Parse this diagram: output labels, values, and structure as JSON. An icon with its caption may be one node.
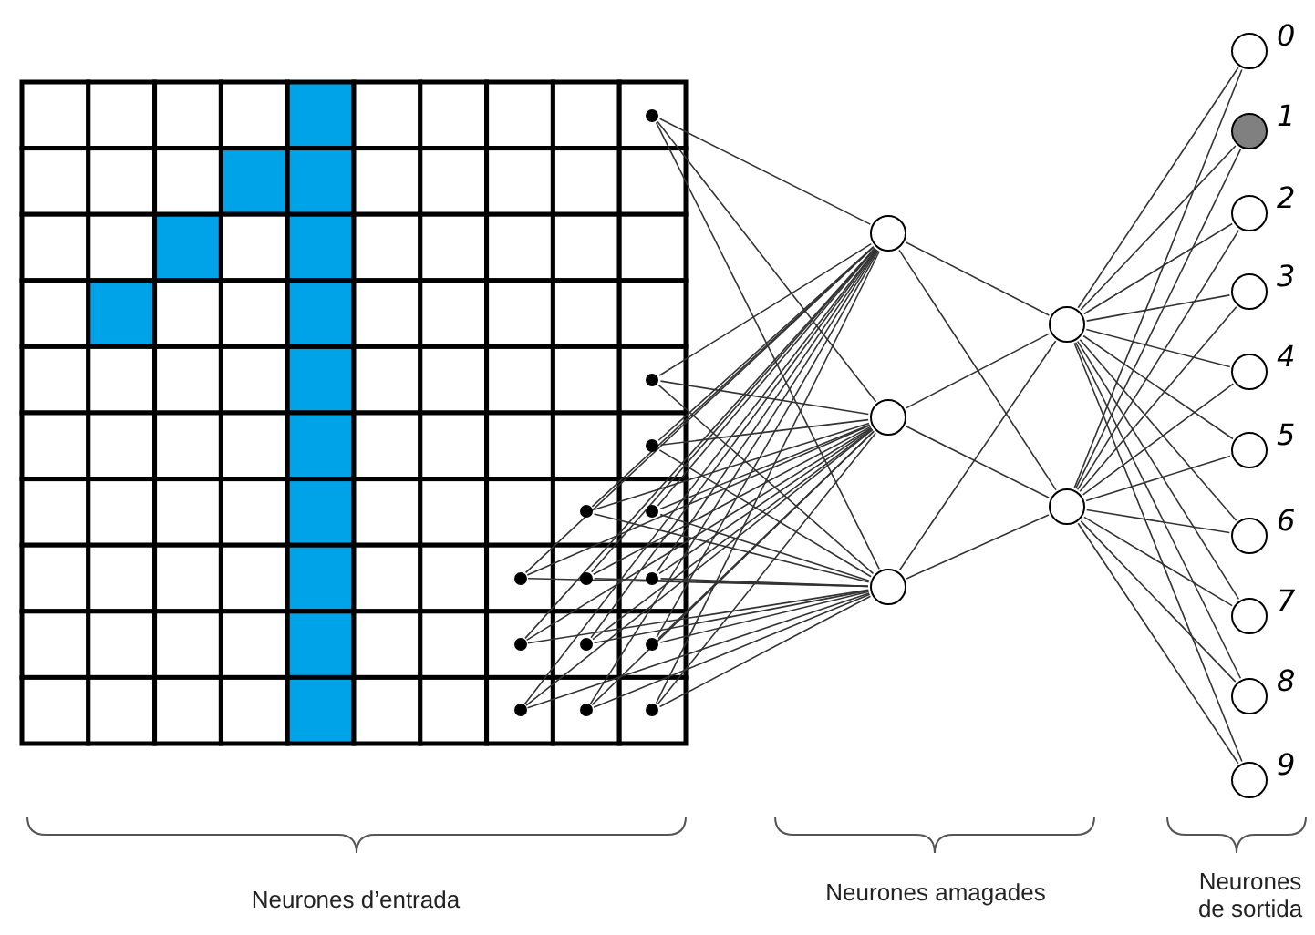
{
  "diagram": {
    "nodes": [
      {
        "text": [],
        "shape": "circle"
      },
      {
        "text": [],
        "shape": "circle"
      },
      {
        "text": [],
        "shape": "circle"
      },
      {
        "text": [],
        "shape": "circle"
      },
      {
        "text": [],
        "shape": "circle"
      },
      {
        "text": [],
        "shape": "circle"
      },
      {
        "text": [],
        "shape": "circle"
      },
      {
        "text": [],
        "shape": "circle"
      },
      {
        "text": [],
        "shape": "circle"
      },
      {
        "text": [],
        "shape": "circle"
      },
      {
        "text": [],
        "shape": "circle"
      },
      {
        "text": [],
        "shape": "circle"
      },
      {
        "text": [],
        "shape": "circle"
      },
      {
        "text": [],
        "shape": "circle"
      },
      {
        "text": [],
        "shape": "circle"
      },
      {
        "text": [],
        "shape": "circle"
      },
      {
        "text": [],
        "shape": "circle"
      },
      {
        "text": [],
        "shape": "circle"
      },
      {
        "text": [],
        "shape": "circle"
      },
      {
        "text": [],
        "shape": "circle",
        "beside": [
          "0"
        ]
      },
      {
        "text": [],
        "shape": "circle",
        "beside": [
          "1"
        ]
      },
      {
        "text": [],
        "shape": "circle",
        "beside": [
          "2"
        ]
      },
      {
        "text": [],
        "shape": "circle",
        "beside": [
          "3"
        ]
      },
      {
        "text": [],
        "shape": "circle",
        "beside": [
          "4"
        ]
      },
      {
        "text": [],
        "shape": "circle",
        "beside": [
          "5"
        ]
      },
      {
        "text": [],
        "shape": "circle",
        "beside": [
          "6"
        ]
      },
      {
        "text": [],
        "shape": "circle",
        "beside": [
          "7"
        ]
      },
      {
        "text": [],
        "shape": "circle",
        "beside": [
          "8"
        ]
      },
      {
        "text": [],
        "shape": "circle",
        "beside": [
          "9"
        ]
      }
    ],
    "edges": [
      {
        "from": 0,
        "to": 14,
        "arrow": "none"
      },
      {
        "from": 0,
        "to": 15,
        "arrow": "none"
      },
      {
        "from": 0,
        "to": 16,
        "arrow": "none"
      },
      {
        "from": 1,
        "to": 14,
        "arrow": "none"
      },
      {
        "from": 1,
        "to": 15,
        "arrow": "none"
      },
      {
        "from": 1,
        "to": 16,
        "arrow": "none"
      },
      {
        "from": 2,
        "to": 14,
        "arrow": "none"
      },
      {
        "from": 2,
        "to": 15,
        "arrow": "none"
      },
      {
        "from": 2,
        "to": 16,
        "arrow": "none"
      },
      {
        "from": 3,
        "to": 14,
        "arrow": "none"
      },
      {
        "from": 3,
        "to": 15,
        "arrow": "none"
      },
      {
        "from": 3,
        "to": 16,
        "arrow": "none"
      },
      {
        "from": 4,
        "to": 14,
        "arrow": "none"
      },
      {
        "from": 4,
        "to": 15,
        "arrow": "none"
      },
      {
        "from": 4,
        "to": 16,
        "arrow": "none"
      },
      {
        "from": 5,
        "to": 14,
        "arrow": "none"
      },
      {
        "from": 5,
        "to": 15,
        "arrow": "none"
      },
      {
        "from": 5,
        "to": 16,
        "arrow": "none"
      },
      {
        "from": 6,
        "to": 14,
        "arrow": "none"
      },
      {
        "from": 6,
        "to": 15,
        "arrow": "none"
      },
      {
        "from": 6,
        "to": 16,
        "arrow": "none"
      },
      {
        "from": 7,
        "to": 14,
        "arrow": "none"
      },
      {
        "from": 7,
        "to": 15,
        "arrow": "none"
      },
      {
        "from": 7,
        "to": 16,
        "arrow": "none"
      },
      {
        "from": 8,
        "to": 14,
        "arrow": "none"
      },
      {
        "from": 8,
        "to": 15,
        "arrow": "none"
      },
      {
        "from": 8,
        "to": 16,
        "arrow": "none"
      },
      {
        "from": 9,
        "to": 14,
        "arrow": "none"
      },
      {
        "from": 9,
        "to": 15,
        "arrow": "none"
      },
      {
        "from": 9,
        "to": 16,
        "arrow": "none"
      },
      {
        "from": 10,
        "to": 14,
        "arrow": "none"
      },
      {
        "from": 10,
        "to": 15,
        "arrow": "none"
      },
      {
        "from": 10,
        "to": 16,
        "arrow": "none"
      },
      {
        "from": 11,
        "to": 14,
        "arrow": "none"
      },
      {
        "from": 11,
        "to": 15,
        "arrow": "none"
      },
      {
        "from": 11,
        "to": 16,
        "arrow": "none"
      },
      {
        "from": 12,
        "to": 14,
        "arrow": "none"
      },
      {
        "from": 12,
        "to": 15,
        "arrow": "none"
      },
      {
        "from": 12,
        "to": 16,
        "arrow": "none"
      },
      {
        "from": 13,
        "to": 14,
        "arrow": "none"
      },
      {
        "from": 13,
        "to": 15,
        "arrow": "none"
      },
      {
        "from": 13,
        "to": 16,
        "arrow": "none"
      },
      {
        "from": 14,
        "to": 17,
        "arrow": "none"
      },
      {
        "from": 14,
        "to": 18,
        "arrow": "none"
      },
      {
        "from": 15,
        "to": 17,
        "arrow": "none"
      },
      {
        "from": 15,
        "to": 18,
        "arrow": "none"
      },
      {
        "from": 16,
        "to": 17,
        "arrow": "none"
      },
      {
        "from": 16,
        "to": 18,
        "arrow": "none"
      },
      {
        "from": 17,
        "to": 19,
        "arrow": "none"
      },
      {
        "from": 17,
        "to": 20,
        "arrow": "none"
      },
      {
        "from": 17,
        "to": 21,
        "arrow": "none"
      },
      {
        "from": 17,
        "to": 22,
        "arrow": "none"
      },
      {
        "from": 17,
        "to": 23,
        "arrow": "none"
      },
      {
        "from": 17,
        "to": 24,
        "arrow": "none"
      },
      {
        "from": 17,
        "to": 25,
        "arrow": "none"
      },
      {
        "from": 17,
        "to": 26,
        "arrow": "none"
      },
      {
        "from": 17,
        "to": 27,
        "arrow": "none"
      },
      {
        "from": 17,
        "to": 28,
        "arrow": "none"
      },
      {
        "from": 18,
        "to": 19,
        "arrow": "none"
      },
      {
        "from": 18,
        "to": 20,
        "arrow": "none"
      },
      {
        "from": 18,
        "to": 21,
        "arrow": "none"
      },
      {
        "from": 18,
        "to": 22,
        "arrow": "none"
      },
      {
        "from": 18,
        "to": 23,
        "arrow": "none"
      },
      {
        "from": 18,
        "to": 24,
        "arrow": "none"
      },
      {
        "from": 18,
        "to": 25,
        "arrow": "none"
      },
      {
        "from": 18,
        "to": 26,
        "arrow": "none"
      },
      {
        "from": 18,
        "to": 27,
        "arrow": "none"
      },
      {
        "from": 18,
        "to": 28,
        "arrow": "none"
      }
    ],
    "labels": [
      "Neurones d’entrada",
      "Neurones amagades",
      "Neurones de sortida"
    ]
  }
}
